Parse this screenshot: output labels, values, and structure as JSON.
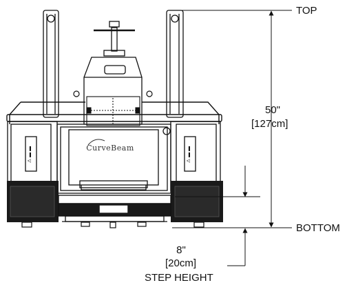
{
  "labels": {
    "top": "TOP",
    "bottom": "BOTTOM",
    "height_in": "50\"",
    "height_cm": "[127cm]",
    "step_in": "8\"",
    "step_cm": "[20cm]",
    "step_title": "STEP HEIGHT"
  },
  "logo_text": "CurveBeam",
  "colors": {
    "line": "#111111",
    "fill_dark": "#1a1a1a",
    "fill_light": "#ffffff"
  }
}
